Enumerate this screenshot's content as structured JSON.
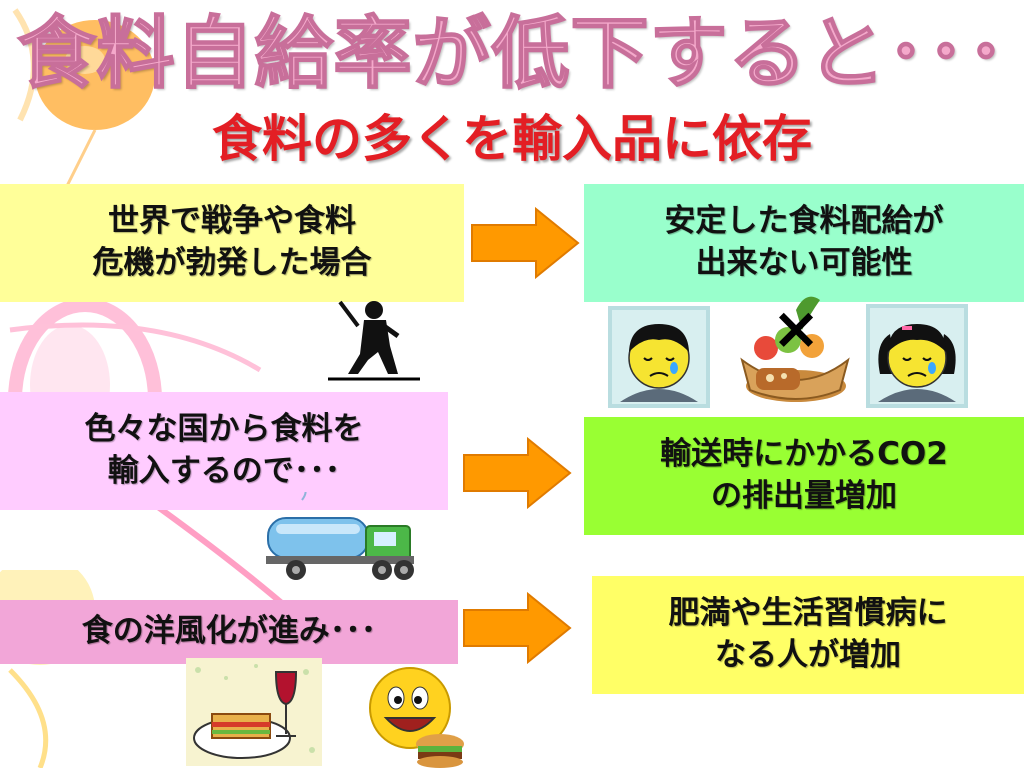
{
  "title": "食料自給率が低下すると･･･",
  "subtitle": "食料の多くを輸入品に依存",
  "rows": [
    {
      "cause": [
        "世界で戦争や食料",
        "危機が勃発した場合"
      ],
      "effect": [
        "安定した食料配給が",
        "出来ない可能性"
      ]
    },
    {
      "cause": [
        "色々な国から食料を",
        "輸入するので･･･"
      ],
      "effect": [
        "輸送時にかかるCO2",
        "の排出量増加"
      ]
    },
    {
      "cause": [
        "食の洋風化が進み･･･"
      ],
      "effect": [
        "肥満や生活習慣病に",
        "なる人が増加"
      ]
    }
  ],
  "cross_mark": "×",
  "colors": {
    "title_fill": "#f4a9cb",
    "subtitle": "#e31e24",
    "yellow_box": "#ffff99",
    "mint_box": "#99ffcc",
    "pink_box": "#ffccff",
    "green_box": "#99ff33",
    "magenta_box": "#f2a6d8",
    "arrow": "#ff9900"
  }
}
